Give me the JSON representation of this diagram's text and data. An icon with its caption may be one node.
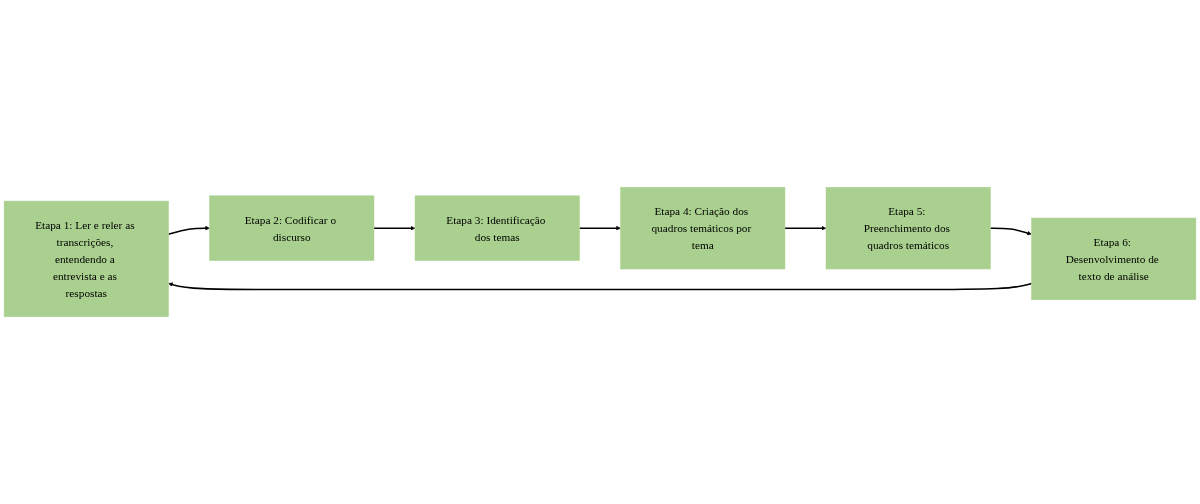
{
  "diagram": {
    "nodes": [
      {
        "text": [
          "Etapa 1: Ler e reler as transcrições, entendendo a entrevista e as respostas"
        ]
      },
      {
        "text": [
          "Etapa 2: Codificar o discurso"
        ]
      },
      {
        "text": [
          "Etapa 3: Identificação dos temas"
        ]
      },
      {
        "text": [
          "Etapa 4: Criação dos quadros temáticos por tema"
        ]
      },
      {
        "text": [
          "Etapa 5: Preenchimento dos quadros temáticos"
        ]
      },
      {
        "text": [
          "Etapa 6: Desenvolvimento de texto de análise"
        ]
      }
    ],
    "edges": [
      {
        "from": 0,
        "to": 1,
        "arrow": "to"
      },
      {
        "from": 1,
        "to": 2,
        "arrow": "to"
      },
      {
        "from": 2,
        "to": 3,
        "arrow": "to"
      },
      {
        "from": 3,
        "to": 4,
        "arrow": "to"
      },
      {
        "from": 4,
        "to": 5,
        "arrow": "to"
      },
      {
        "from": 5,
        "to": 0,
        "arrow": "to"
      }
    ]
  }
}
